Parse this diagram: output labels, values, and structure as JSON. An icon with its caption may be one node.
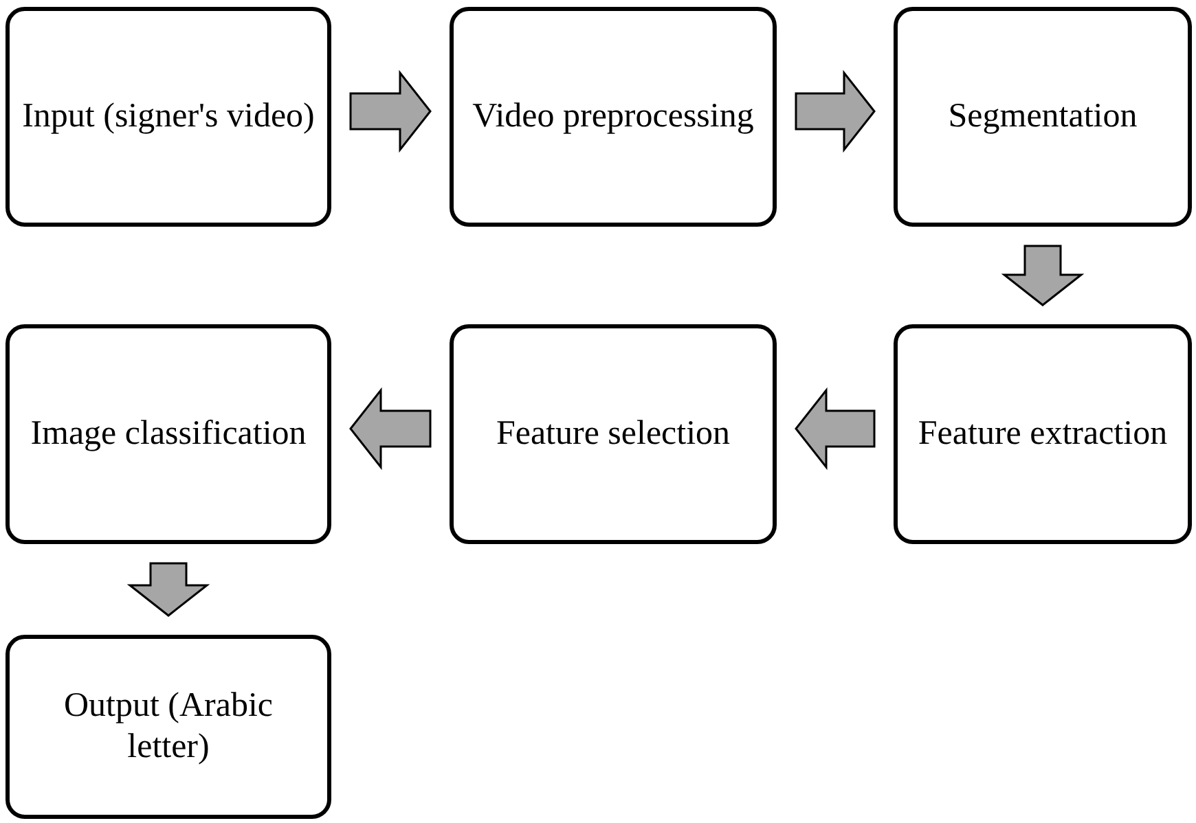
{
  "diagram": {
    "nodes": [
      {
        "text": [
          "Input (signer's video)"
        ]
      },
      {
        "text": [
          "Video preprocessing"
        ]
      },
      {
        "text": [
          "Segmentation"
        ]
      },
      {
        "text": [
          "Feature extraction"
        ]
      },
      {
        "text": [
          "Feature selection"
        ]
      },
      {
        "text": [
          "Image classification"
        ]
      },
      {
        "text": [
          "Output (Arabic letter)"
        ]
      }
    ],
    "edges": [
      {
        "from": 0,
        "to": 1,
        "arrow": "to"
      },
      {
        "from": 1,
        "to": 2,
        "arrow": "to"
      },
      {
        "from": 2,
        "to": 3,
        "arrow": "to"
      },
      {
        "from": 3,
        "to": 4,
        "arrow": "to"
      },
      {
        "from": 4,
        "to": 5,
        "arrow": "to"
      },
      {
        "from": 5,
        "to": 6,
        "arrow": "to"
      }
    ]
  }
}
